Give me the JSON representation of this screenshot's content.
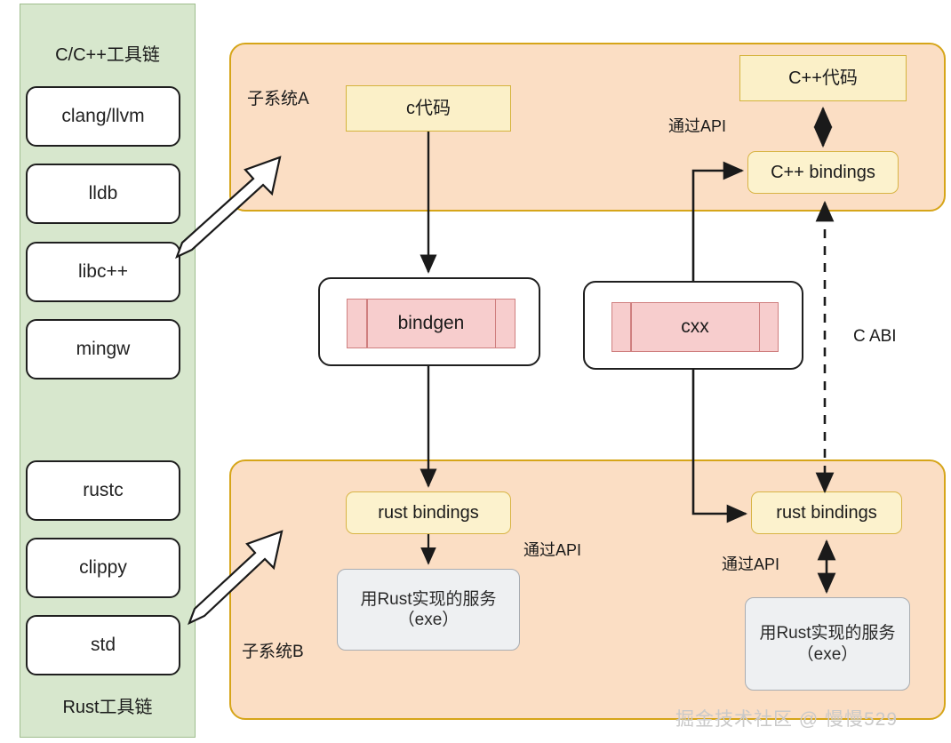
{
  "diagram": {
    "title": "Rust / C++ interop subsystem diagram",
    "colors": {
      "toolchain_panel_fill": "#d7e7cd",
      "toolchain_panel_stroke": "#9fbd8e",
      "subsystem_fill": "#fbdec4",
      "subsystem_stroke": "#d6a519",
      "code_box_fill": "#fbf0c8",
      "code_box_stroke": "#d4b33c",
      "generator_fill": "#f7cdcd",
      "generator_stroke": "#cf7f7f",
      "service_fill": "#eef0f2",
      "service_stroke": "#a9adb2",
      "arrow": "#1a1a1a",
      "watermark": "#c9c9c9"
    }
  },
  "toolchain_panel": {
    "top_title": "C/C++工具链",
    "bottom_title": "Rust工具链",
    "cpp_tools": [
      {
        "label": "clang/llvm"
      },
      {
        "label": "lldb"
      },
      {
        "label": "libc++"
      },
      {
        "label": "mingw"
      }
    ],
    "rust_tools": [
      {
        "label": "rustc"
      },
      {
        "label": "clippy"
      },
      {
        "label": "std"
      }
    ]
  },
  "subsystem_a": {
    "label": "子系统A",
    "c_code": "c代码",
    "cpp_code": "C++代码",
    "cpp_bindings": "C++ bindings",
    "api_label": "通过API"
  },
  "subsystem_b": {
    "label": "子系统B",
    "left": {
      "rust_bindings": "rust bindings",
      "service_line1": "用Rust实现的服务",
      "service_line2": "（exe）",
      "api_label": "通过API"
    },
    "right": {
      "rust_bindings": "rust bindings",
      "service_line1": "用Rust实现的服务",
      "service_line2": "（exe）",
      "api_label": "通过API"
    }
  },
  "generators": {
    "bindgen": "bindgen",
    "cxx": "cxx"
  },
  "connections": {
    "c_abi_label": "C ABI"
  },
  "watermark": "掘金技术社区 @ 慢慢529"
}
